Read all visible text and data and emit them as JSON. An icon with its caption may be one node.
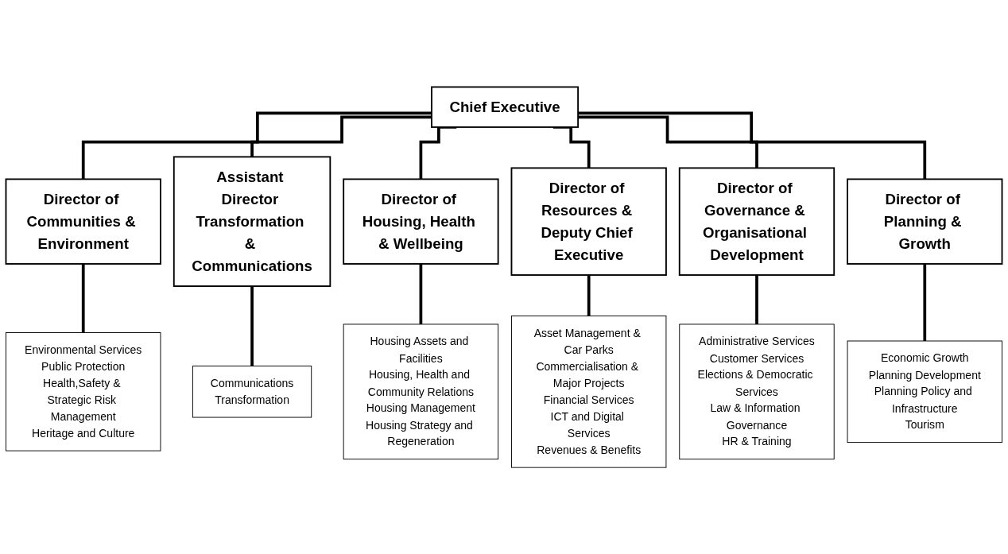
{
  "diagram": {
    "nodes": [
      {
        "text": [
          "Chief Executive"
        ]
      },
      {
        "text": [
          "Director of Communities & Environment"
        ]
      },
      {
        "text": [
          "Assistant Director Transformation & Communications"
        ]
      },
      {
        "text": [
          "Director of Housing, Health & Wellbeing"
        ]
      },
      {
        "text": [
          "Director of Resources & Deputy Chief Executive"
        ]
      },
      {
        "text": [
          "Director of Governance & Organisational Development"
        ]
      },
      {
        "text": [
          "Director of Planning & Growth"
        ]
      },
      {
        "text": [
          "Environmental Services",
          "Public Protection",
          "Health,Safety & Strategic Risk Management",
          "Heritage and Culture"
        ]
      },
      {
        "text": [
          "Communications",
          "Transformation"
        ]
      },
      {
        "text": [
          "Housing Assets and Facilities",
          "Housing, Health and Community Relations",
          "Housing Management",
          "Housing Strategy and Regeneration"
        ]
      },
      {
        "text": [
          "Asset Management & Car Parks",
          "Commercialisation & Major Projects",
          "Financial Services",
          "ICT and Digital Services",
          "Revenues & Benefits"
        ]
      },
      {
        "text": [
          "Administrative Services",
          "Customer Services",
          "Elections & Democratic Services",
          "Law & Information Governance",
          "HR & Training"
        ]
      },
      {
        "text": [
          "Economic Growth",
          "Planning Development",
          "Planning Policy and Infrastructure",
          "Tourism"
        ]
      }
    ],
    "edges": [
      {
        "from": 0,
        "to": 1,
        "arrow": "none"
      },
      {
        "from": 0,
        "to": 2,
        "arrow": "none"
      },
      {
        "from": 0,
        "to": 3,
        "arrow": "none"
      },
      {
        "from": 0,
        "to": 4,
        "arrow": "none"
      },
      {
        "from": 0,
        "to": 5,
        "arrow": "none"
      },
      {
        "from": 0,
        "to": 6,
        "arrow": "none"
      },
      {
        "from": 1,
        "to": 7,
        "arrow": "none"
      },
      {
        "from": 2,
        "to": 8,
        "arrow": "none"
      },
      {
        "from": 3,
        "to": 9,
        "arrow": "none"
      },
      {
        "from": 4,
        "to": 10,
        "arrow": "none"
      },
      {
        "from": 5,
        "to": 11,
        "arrow": "none"
      },
      {
        "from": 6,
        "to": 12,
        "arrow": "none"
      }
    ]
  }
}
